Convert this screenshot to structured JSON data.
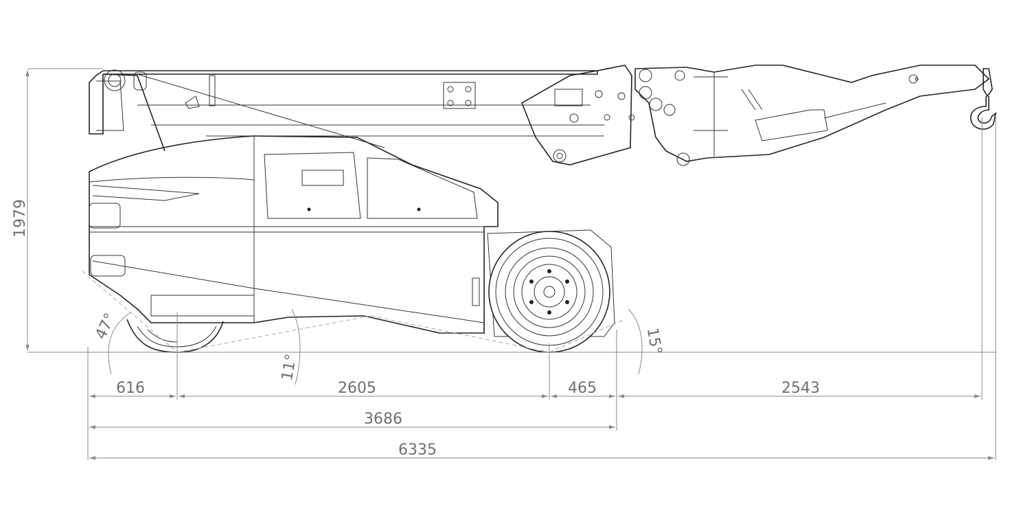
{
  "dimensions": {
    "height_total": "1979",
    "rear_overhang": "616",
    "wheelbase": "2605",
    "front_overhang": "465",
    "boom_reach": "2543",
    "body_length": "3686",
    "overall_length": "6335"
  },
  "angles": {
    "approach_rear": "47°",
    "ramp_breakover": "11°",
    "approach_front": "15°"
  }
}
